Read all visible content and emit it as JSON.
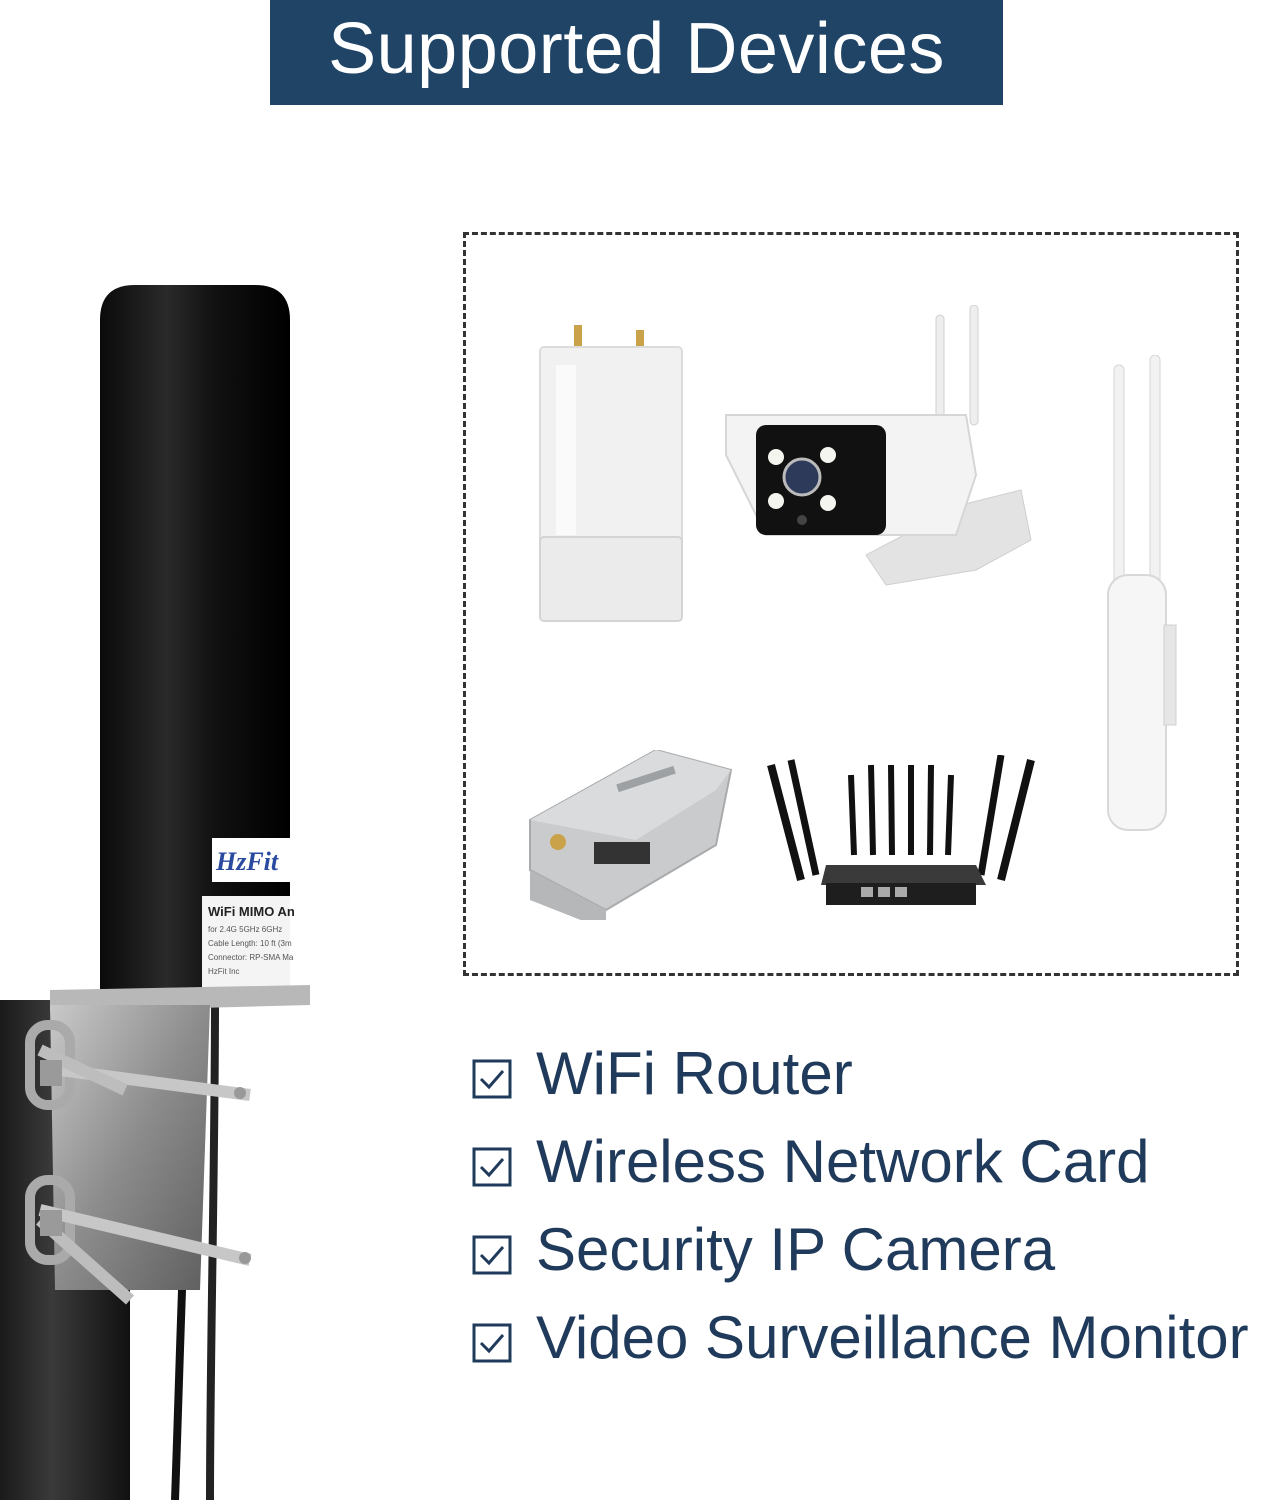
{
  "banner": {
    "title": "Supported Devices",
    "background": "#1f4466",
    "text_color": "#ffffff"
  },
  "antenna": {
    "logo": "HzFit",
    "label": {
      "line1": "WiFi MIMO An",
      "line2": "for 2.4G 5GHz 6GHz",
      "line3": "Cable Length: 10 ft (3m",
      "line4": "Connector: RP-SMA Ma",
      "line5": "HzFit Inc"
    }
  },
  "devices": [
    "outdoor-cpe",
    "security-camera",
    "access-point",
    "network-adapter",
    "router"
  ],
  "features": [
    {
      "label": "WiFi Router",
      "icon": "checkbox-checked-icon"
    },
    {
      "label": "Wireless Network Card",
      "icon": "checkbox-checked-icon"
    },
    {
      "label": "Security IP Camera",
      "icon": "checkbox-checked-icon"
    },
    {
      "label": "Video Surveillance Monitor",
      "icon": "checkbox-checked-icon"
    }
  ],
  "colors": {
    "feature_text": "#1f3a5a",
    "dashed_border": "#333333"
  }
}
